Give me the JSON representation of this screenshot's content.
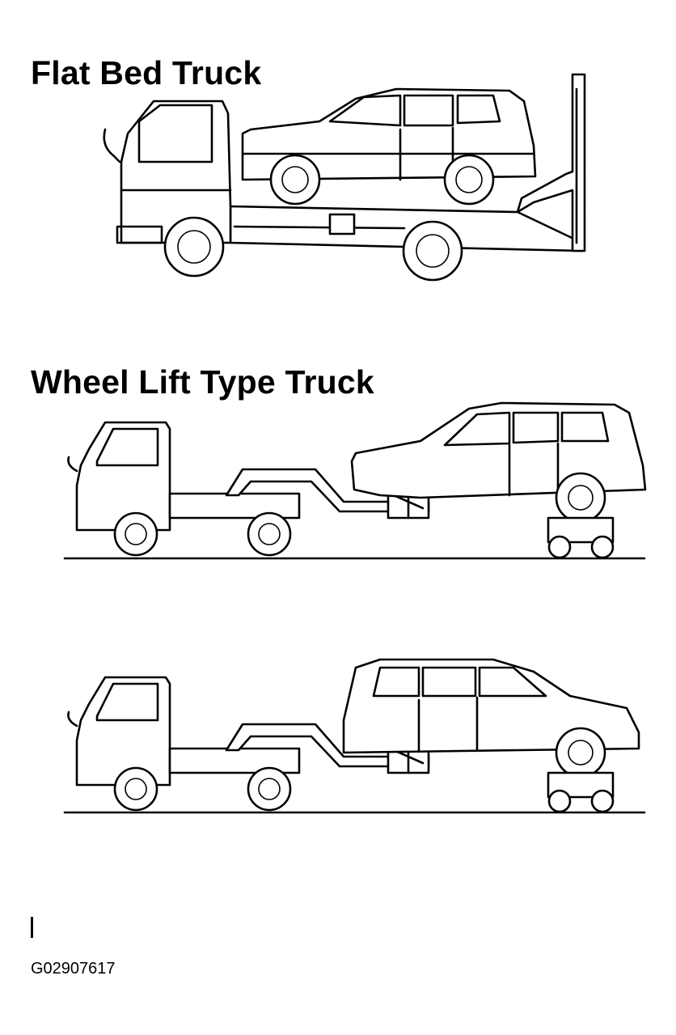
{
  "headings": {
    "flat_bed": "Flat Bed Truck",
    "wheel_lift": "Wheel Lift Type Truck"
  },
  "figure_code": "G02907617",
  "colors": {
    "line": "#000000",
    "background": "#ffffff"
  }
}
